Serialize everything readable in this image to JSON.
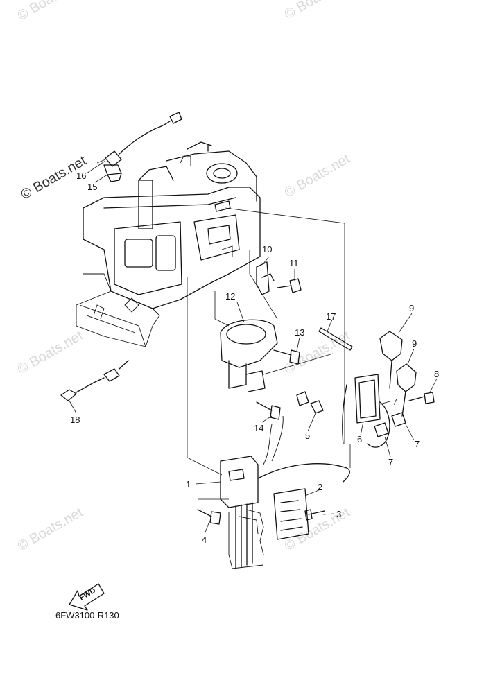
{
  "diagram_code": "6FW3100-R130",
  "watermark_text": "© Boats.net",
  "direction_label": "FWD",
  "callouts": [
    "1",
    "2",
    "3",
    "4",
    "5",
    "6",
    "7",
    "7",
    "7",
    "7",
    "8",
    "9",
    "9",
    "10",
    "11",
    "12",
    "13",
    "14",
    "15",
    "16",
    "17",
    "18"
  ]
}
